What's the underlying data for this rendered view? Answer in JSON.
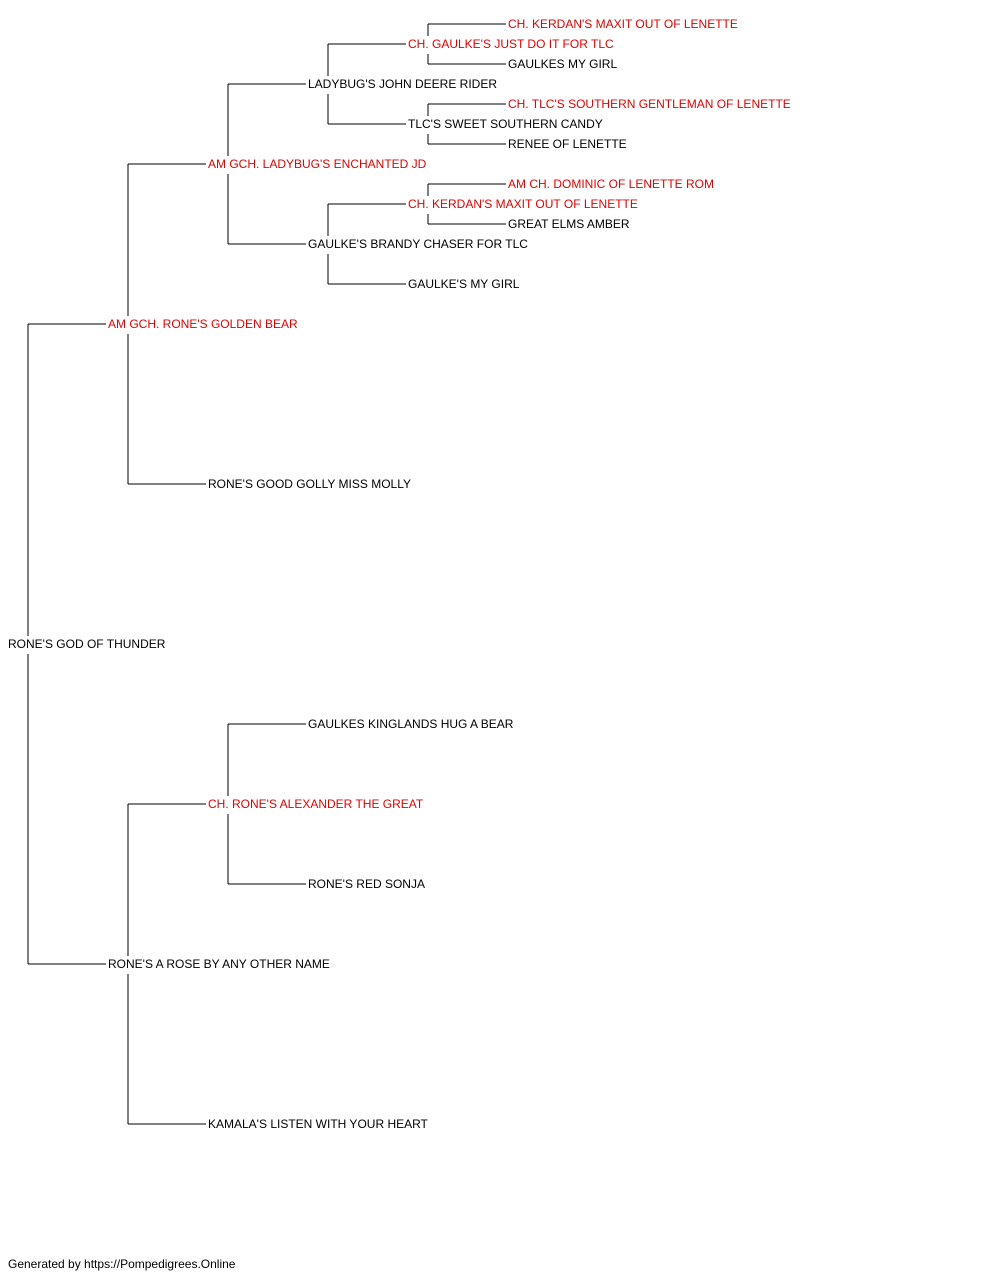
{
  "colors": {
    "champion": "#e60000",
    "normal": "#000000",
    "line": "#000000",
    "background": "#ffffff"
  },
  "footer": "Generated by https://Pompedigrees.Online",
  "pedigree": {
    "name": "RONE'S GOD OF THUNDER",
    "champion": false,
    "sire": {
      "name": "AM GCH. RONE'S GOLDEN BEAR",
      "champion": true,
      "sire": {
        "name": "AM GCH. LADYBUG'S ENCHANTED JD",
        "champion": true,
        "sire": {
          "name": "LADYBUG'S JOHN DEERE RIDER",
          "champion": false,
          "sire": {
            "name": "CH. GAULKE'S JUST DO IT FOR TLC",
            "champion": true,
            "sire": {
              "name": "CH. KERDAN'S MAXIT OUT OF LENETTE",
              "champion": true
            },
            "dam": {
              "name": "GAULKES MY GIRL",
              "champion": false
            }
          },
          "dam": {
            "name": "TLC'S SWEET SOUTHERN CANDY",
            "champion": false,
            "sire": {
              "name": "CH. TLC'S SOUTHERN GENTLEMAN OF LENETTE",
              "champion": true
            },
            "dam": {
              "name": "RENEE OF LENETTE",
              "champion": false
            }
          }
        },
        "dam": {
          "name": "GAULKE'S BRANDY CHASER FOR TLC",
          "champion": false,
          "sire": {
            "name": "CH. KERDAN'S MAXIT OUT OF LENETTE",
            "champion": true,
            "sire": {
              "name": "AM CH. DOMINIC OF LENETTE ROM",
              "champion": true
            },
            "dam": {
              "name": "GREAT ELMS AMBER",
              "champion": false
            }
          },
          "dam": {
            "name": "GAULKE'S MY GIRL",
            "champion": false
          }
        }
      },
      "dam": {
        "name": "RONE'S GOOD GOLLY MISS MOLLY",
        "champion": false
      }
    },
    "dam": {
      "name": "RONE'S A ROSE BY ANY OTHER NAME",
      "champion": false,
      "sire": {
        "name": "CH. RONE'S ALEXANDER THE GREAT",
        "champion": true,
        "sire": {
          "name": "GAULKES KINGLANDS HUG A BEAR",
          "champion": false
        },
        "dam": {
          "name": "RONE'S RED SONJA",
          "champion": false
        }
      },
      "dam": {
        "name": "KAMALA'S LISTEN WITH YOUR HEART",
        "champion": false
      }
    }
  }
}
